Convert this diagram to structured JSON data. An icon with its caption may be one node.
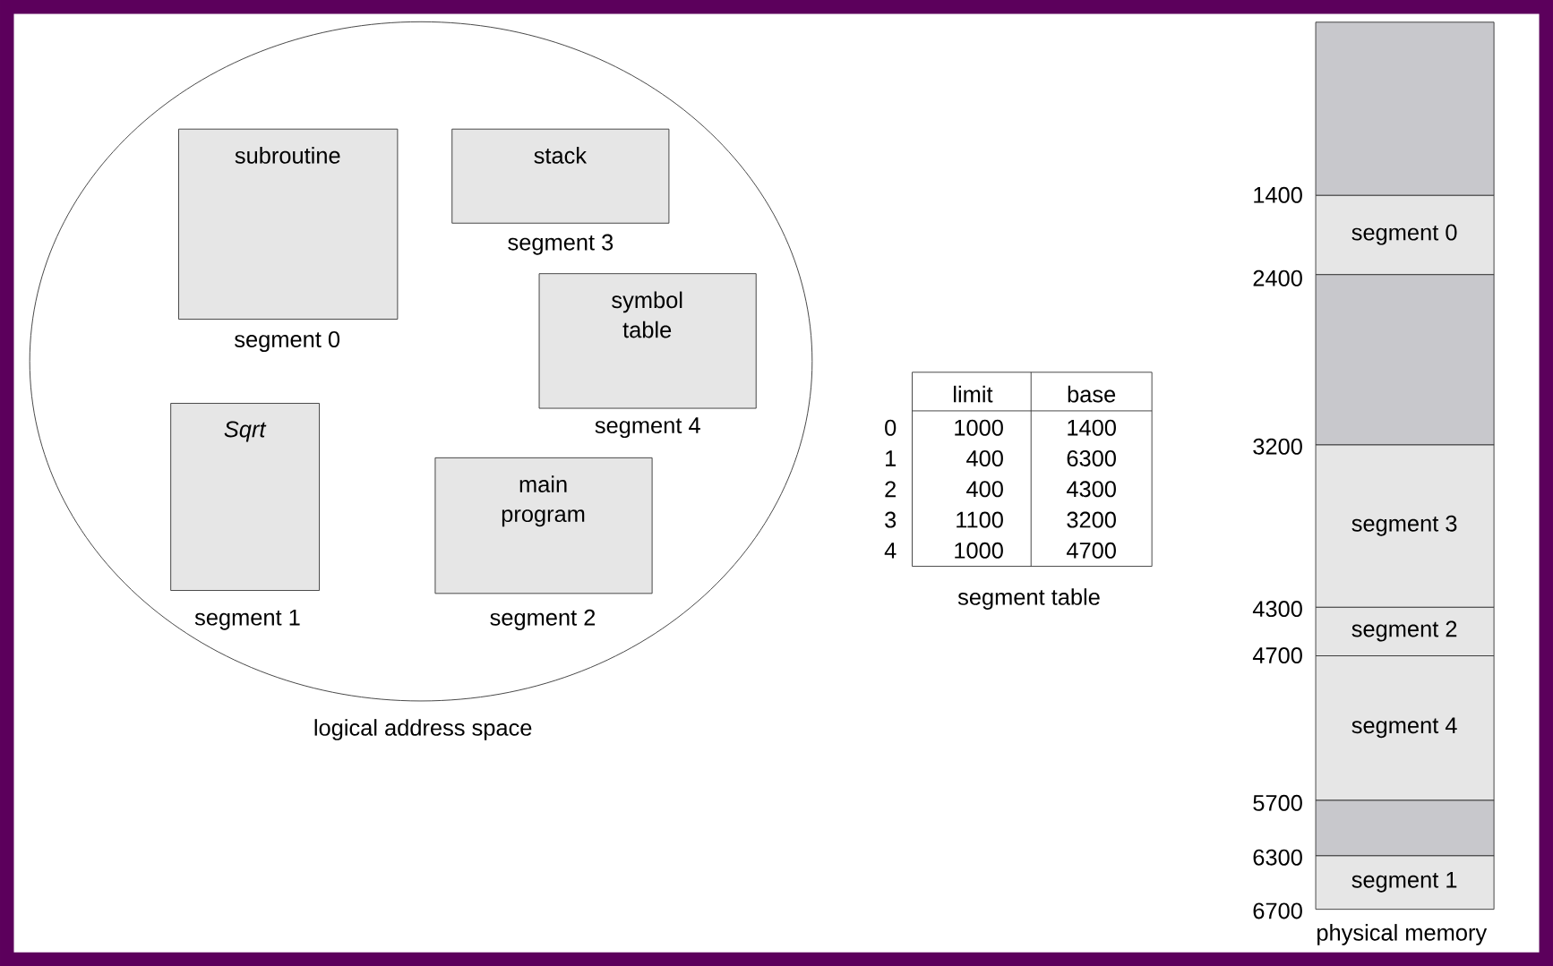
{
  "diagram": {
    "nodes": [
      {
        "text": [],
        "shape": "circle",
        "beside": [
          "logical address space"
        ]
      },
      {
        "text": [
          "subroutine"
        ],
        "in": 0,
        "beside": [
          "segment 0"
        ]
      },
      {
        "text": [
          "stack"
        ],
        "in": 0,
        "beside": [
          "segment 3"
        ]
      },
      {
        "text": [
          "symbol table"
        ],
        "in": 0,
        "beside": [
          "segment 4"
        ]
      },
      {
        "text": [
          "Sqrt"
        ],
        "in": 0,
        "beside": [
          "segment 1"
        ]
      },
      {
        "text": [
          "main program"
        ],
        "in": 0,
        "beside": [
          "segment 2"
        ]
      },
      {
        "text": [],
        "shape": "box"
      },
      {
        "text": [
          "segment 0"
        ]
      },
      {
        "text": [],
        "shape": "box"
      },
      {
        "text": [
          "segment 3"
        ]
      },
      {
        "text": [
          "segment 2"
        ]
      },
      {
        "text": [
          "segment 4"
        ]
      },
      {
        "text": [],
        "shape": "box"
      },
      {
        "text": [
          "segment 1"
        ]
      }
    ],
    "labels": [
      "limit",
      "base",
      "0",
      "1000",
      "1400",
      "1",
      "400",
      "6300",
      "2",
      "400",
      "4300",
      "3",
      "1100",
      "3200",
      "4",
      "1000",
      "4700",
      "segment table",
      "1400",
      "2400",
      "3200",
      "4300",
      "4700",
      "5700",
      "6300",
      "6700",
      "physical memory"
    ]
  }
}
